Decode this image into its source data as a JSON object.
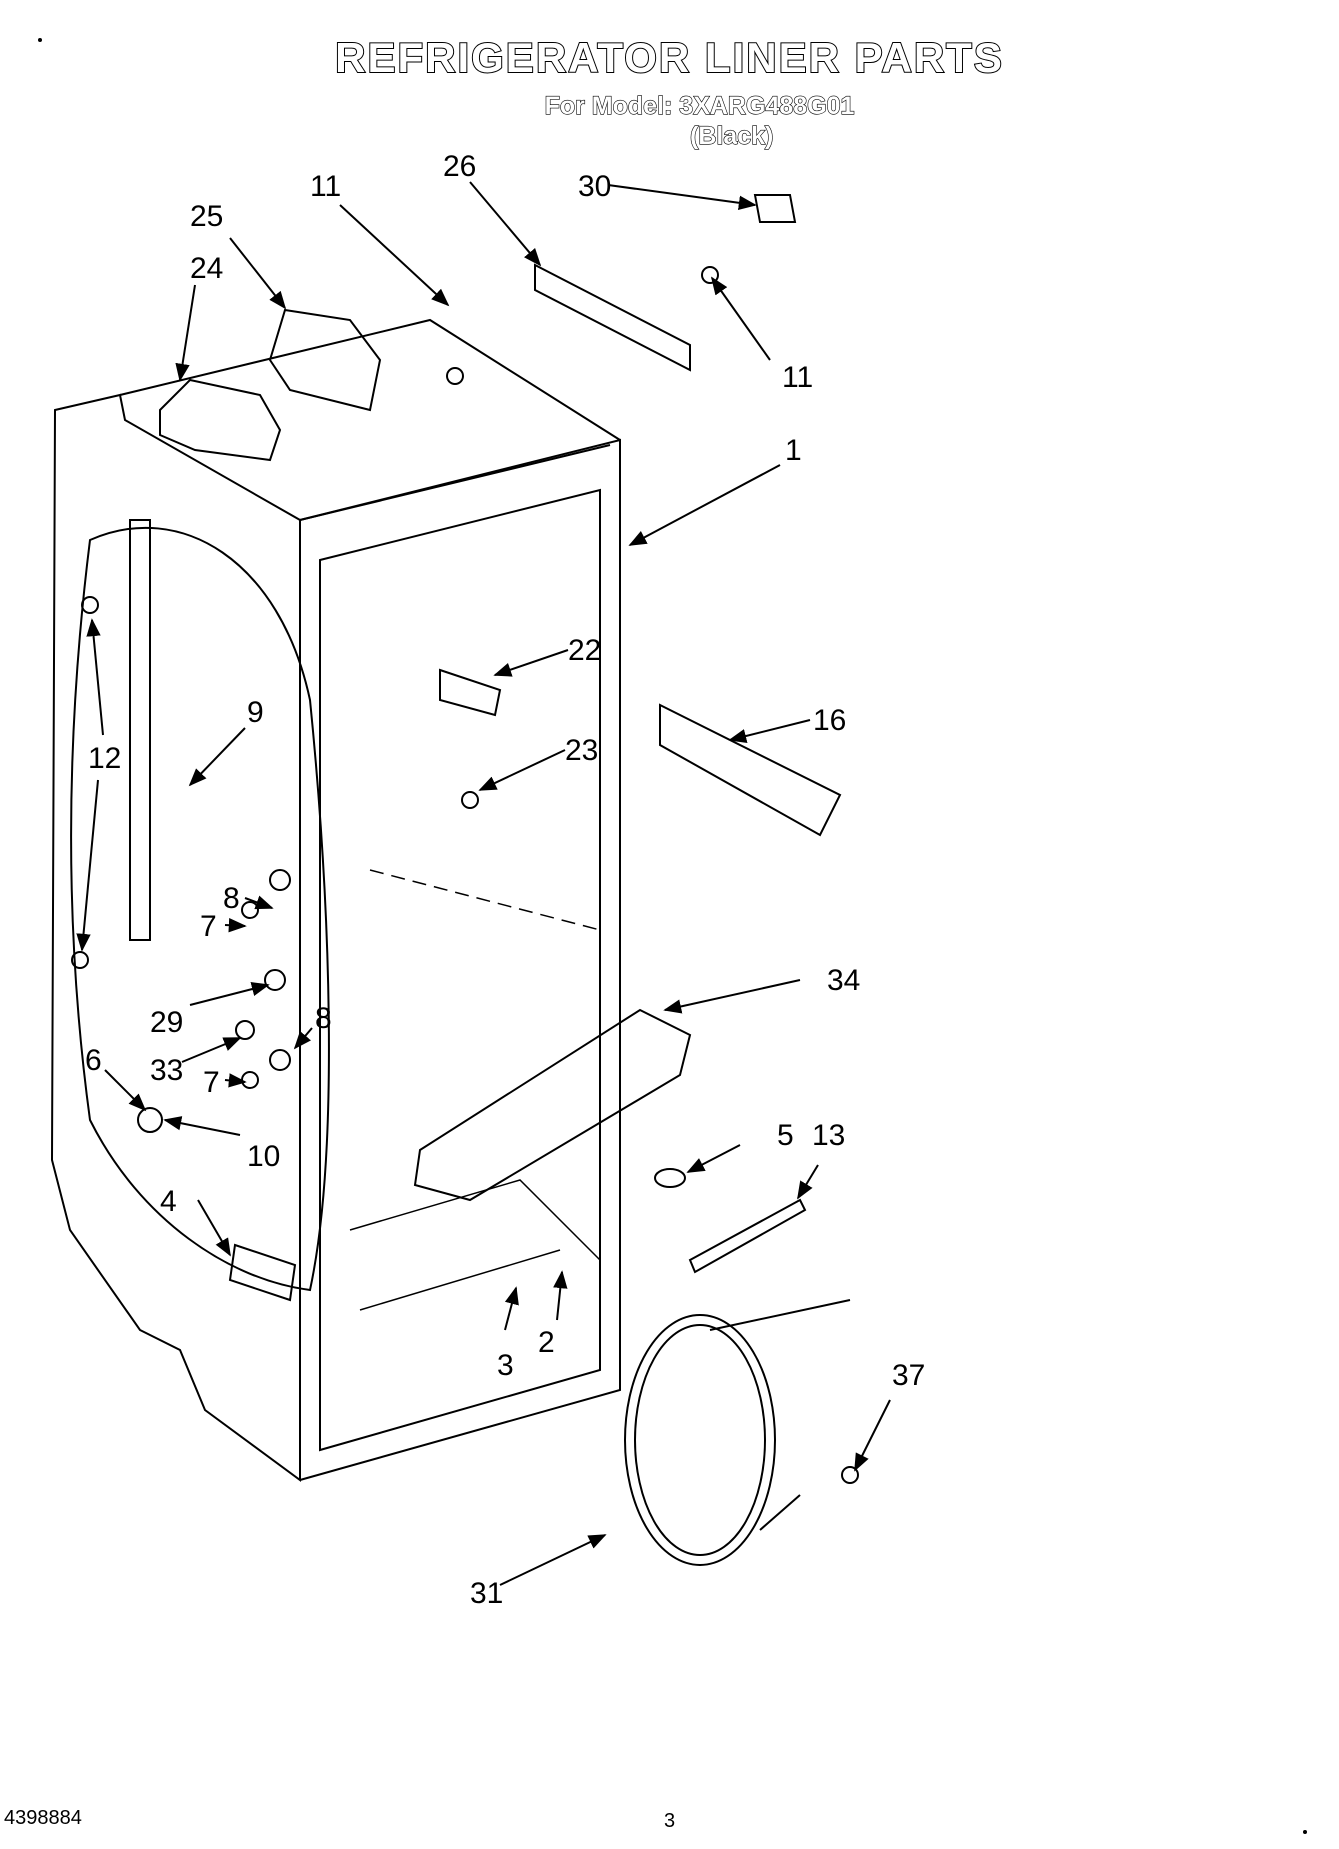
{
  "header": {
    "title": "REFRIGERATOR LINER PARTS",
    "model": "For Model: 3XARG488G01",
    "color": "(Black)"
  },
  "callouts": [
    "11",
    "26",
    "30",
    "25",
    "24",
    "11",
    "1",
    "22",
    "16",
    "23",
    "9",
    "12",
    "8",
    "7",
    "29",
    "8",
    "33",
    "7",
    "6",
    "10",
    "34",
    "5",
    "13",
    "4",
    "3",
    "2",
    "37",
    "31"
  ],
  "footer": {
    "doc_number": "4398884",
    "page_number": "3"
  }
}
